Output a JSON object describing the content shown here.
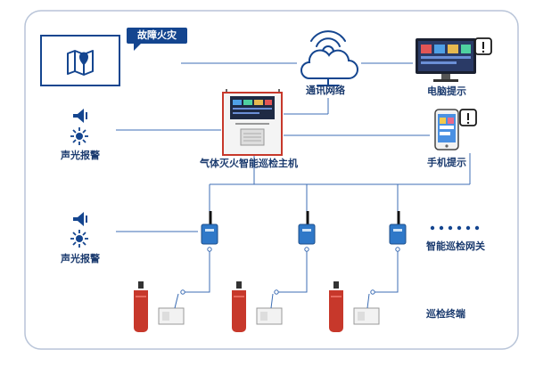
{
  "colors": {
    "frame": "#b8c4d8",
    "line": "#3c6db4",
    "navy": "#14458f",
    "label": "#1a3a6e",
    "alert": "#1a1a1a",
    "extinguisher": "#c7382b",
    "gateway": "#2f78c8"
  },
  "nodes": {
    "map": {
      "icon": "map-pin-icon",
      "alert_label": "故障火灾"
    },
    "network": {
      "icon": "cloud-wifi-icon",
      "label": "通讯网络"
    },
    "computer": {
      "icon": "monitor-icon",
      "label": "电脑提示"
    },
    "phone": {
      "icon": "smartphone-icon",
      "label": "手机提示"
    },
    "host": {
      "icon": "control-panel-icon",
      "label": "气体灭火智能巡检主机"
    },
    "alarm_top": {
      "icon": "speaker-light-icon",
      "label": "声光报警"
    },
    "alarm_bottom": {
      "icon": "speaker-light-icon",
      "label": "声光报警"
    },
    "gateway": {
      "icon": "gateway-icon",
      "label": "智能巡检网关",
      "count_shown": 3
    },
    "terminal": {
      "icon": "extinguisher-terminal-icon",
      "label": "巡检终端",
      "count_shown": 3
    }
  }
}
